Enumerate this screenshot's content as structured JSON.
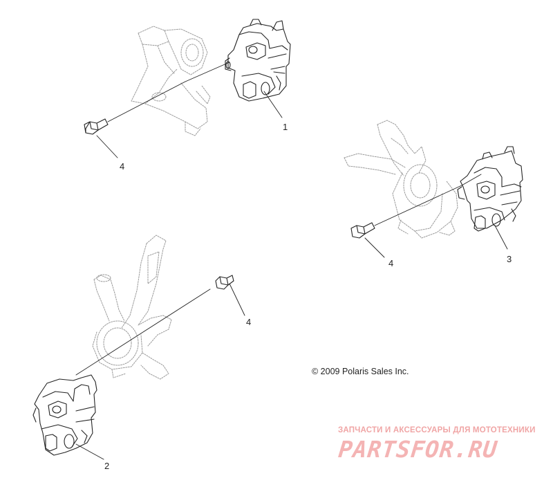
{
  "callouts": [
    {
      "id": "c1",
      "label": "1"
    },
    {
      "id": "c4a",
      "label": "4"
    },
    {
      "id": "c3",
      "label": "3"
    },
    {
      "id": "c4b",
      "label": "4"
    },
    {
      "id": "c4c",
      "label": "4"
    },
    {
      "id": "c2",
      "label": "2"
    }
  ],
  "copyright": "© 2009 Polaris Sales Inc.",
  "watermark": {
    "tagline": "ЗАПЧАСТИ И АКСЕССУАРЫ ДЛЯ МОТОТЕХНИКИ",
    "logo": "PARTSFOR.RU"
  },
  "colors": {
    "line": "#222222",
    "faint": "#8a8a8a",
    "watermark": "#f0a5a5"
  }
}
